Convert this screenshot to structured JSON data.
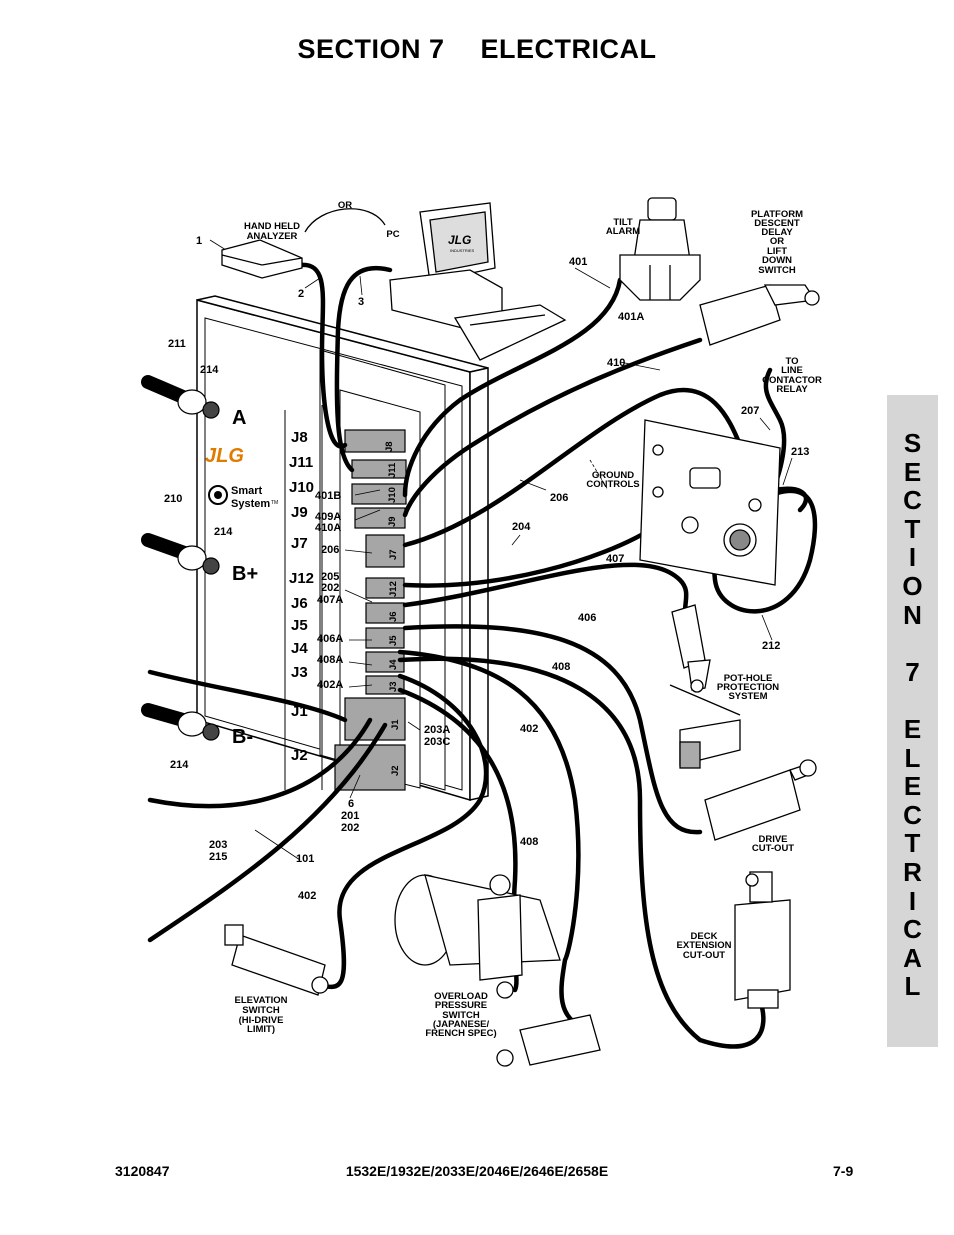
{
  "header": {
    "section": "SECTION 7",
    "title": "ELECTRICAL"
  },
  "side_tab": [
    "S",
    "E",
    "C",
    "T",
    "I",
    "O",
    "N",
    " ",
    "7",
    " ",
    "E",
    "L",
    "E",
    "C",
    "T",
    "R",
    "I",
    "C",
    "A",
    "L"
  ],
  "footer": {
    "doc_number": "3120847",
    "models": "1532E/1932E/2033E/2046E/2646E/2658E",
    "page": "7-9"
  },
  "diagram": {
    "callouts": {
      "hand_held_analyzer": [
        "HAND HELD",
        "ANALYZER"
      ],
      "or": "OR",
      "pc": "PC",
      "tilt_alarm": [
        "TILT",
        "ALARM"
      ],
      "platform_switch": [
        "PLATFORM",
        "DESCENT",
        "DELAY",
        "OR",
        "LIFT",
        "DOWN",
        "SWITCH"
      ],
      "line_contactor": [
        "TO",
        "LINE",
        "CONTACTOR",
        "RELAY"
      ],
      "ground_controls": [
        "GROUND",
        "CONTROLS"
      ],
      "pothole": [
        "POT-HOLE",
        "PROTECTION",
        "SYSTEM"
      ],
      "drive_cutout": [
        "DRIVE",
        "CUT-OUT"
      ],
      "deck_extension": [
        "DECK",
        "EXTENSION",
        "CUT-OUT"
      ],
      "elevation_switch": [
        "ELEVATION",
        "SWITCH",
        "(HI-DRIVE",
        "LIMIT)"
      ],
      "overload_switch": [
        "OVERLOAD",
        "PRESSURE",
        "SWITCH",
        "(JAPANESE/",
        "FRENCH SPEC)"
      ]
    },
    "numbers": {
      "n1": "1",
      "n2": "2",
      "n3": "3",
      "n401": "401",
      "n401a": "401A",
      "n410": "410",
      "n207": "207",
      "n213": "213",
      "n211": "211",
      "n214a": "214",
      "n210": "210",
      "n214b": "214",
      "n214c": "214",
      "n206a": "206",
      "n204": "204",
      "n407": "407",
      "n406": "406",
      "n408a": "408",
      "n402a": "402",
      "n212": "212",
      "n408b": "408",
      "n402b": "402",
      "n401b": "401B",
      "n409a": "409A",
      "n410a": "410A",
      "n206b": "206",
      "n205": "205",
      "n202a": "202",
      "n407a": "407A",
      "n406a": "406A",
      "n408a2": "408A",
      "n402a2": "402A",
      "n203a": "203A",
      "n203c": "203C",
      "n6": "6",
      "n201": "201",
      "n202b": "202",
      "n203": "203",
      "n215": "215",
      "n101": "101"
    },
    "panel_labels": [
      "J8",
      "J11",
      "J10",
      "J9",
      "J7",
      "J12",
      "J6",
      "J5",
      "J4",
      "J3",
      "J1",
      "J2"
    ],
    "connector_labels": [
      "J8",
      "J11",
      "J10",
      "J9",
      "J7",
      "J12",
      "J6",
      "J5",
      "J4",
      "J3",
      "J1",
      "J2"
    ],
    "terminals": {
      "a": "A",
      "b_plus": "B+",
      "b_minus": "B-"
    },
    "logo": "JLG",
    "logo_small": "JLG",
    "logo_sub": "INDUSTRIES",
    "smart_system": [
      "Smart",
      "System"
    ],
    "tm": "TM"
  }
}
